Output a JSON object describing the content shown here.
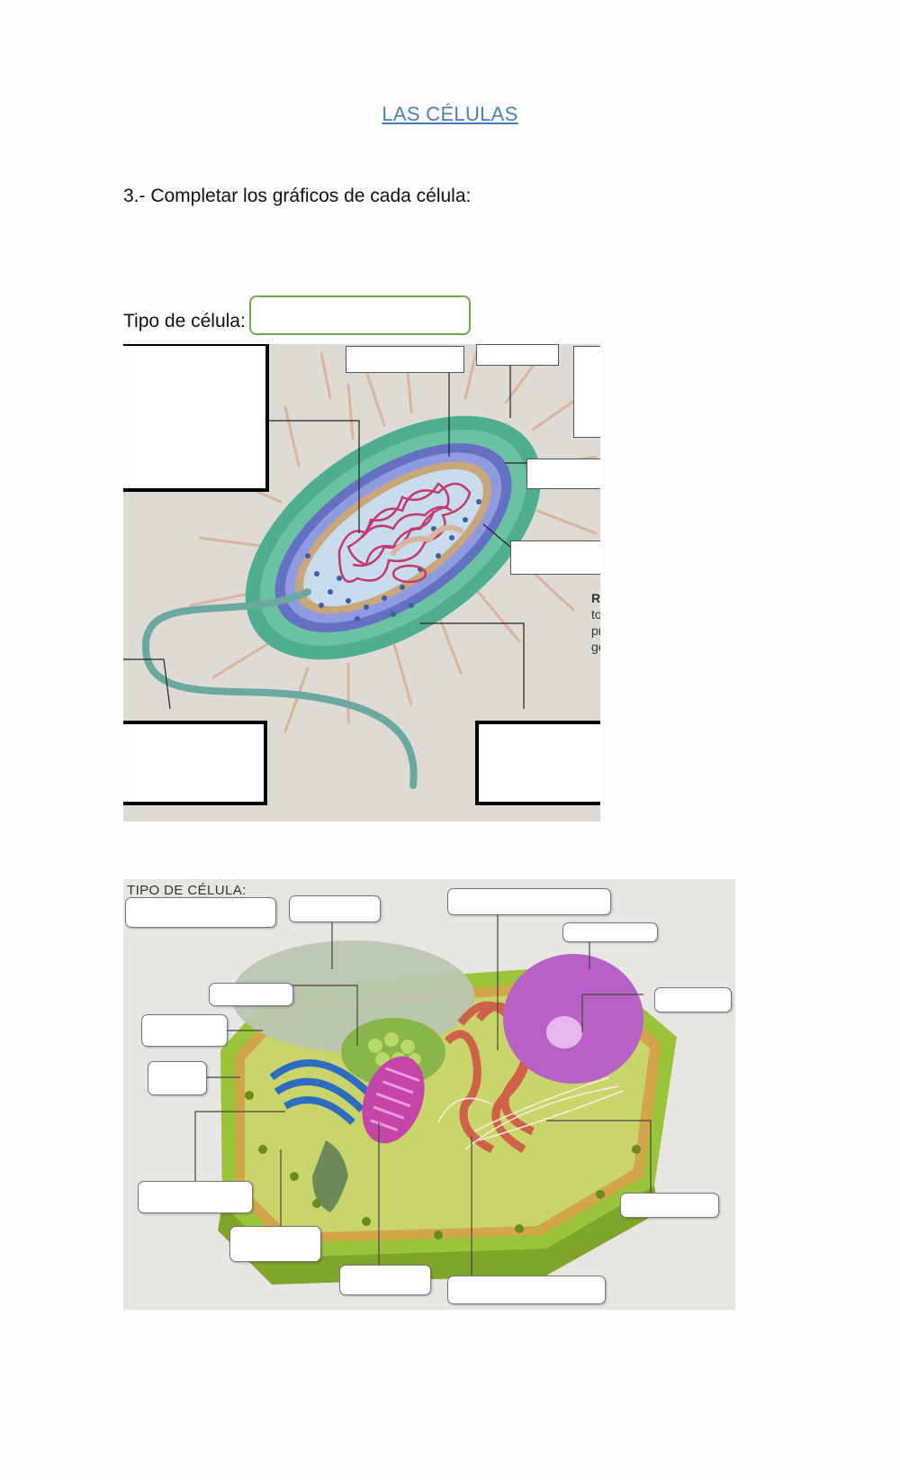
{
  "document": {
    "title": "LAS CÉLULAS",
    "instruction": "3.- Completar los gráficos de cada célula:",
    "cell_type_label": "Tipo de célula:",
    "cell_type_value": ""
  },
  "bacteria_figure": {
    "blank_labels": [
      "",
      "",
      "",
      "",
      "",
      "",
      "",
      ""
    ],
    "cropped_side_text": "R\nto\npr\ngo"
  },
  "plant_figure": {
    "heading": "TIPO DE CÉLULA:",
    "blank_labels": [
      "",
      "",
      "",
      "",
      "",
      "",
      "",
      "",
      "",
      "",
      "",
      "",
      "",
      "",
      ""
    ]
  },
  "colors": {
    "title": "#4a7fbf",
    "answer_box_border": "#6ea84c",
    "bacteria_capsule": "#4fae90",
    "bacteria_membrane": "#6470c2",
    "bacteria_dna": "#c33a6a",
    "plant_wall": "#9cc43a",
    "plant_nucleus": "#b860c6",
    "plant_golgi": "#2d6cc0",
    "plant_er": "#d1604a"
  },
  "icons": []
}
